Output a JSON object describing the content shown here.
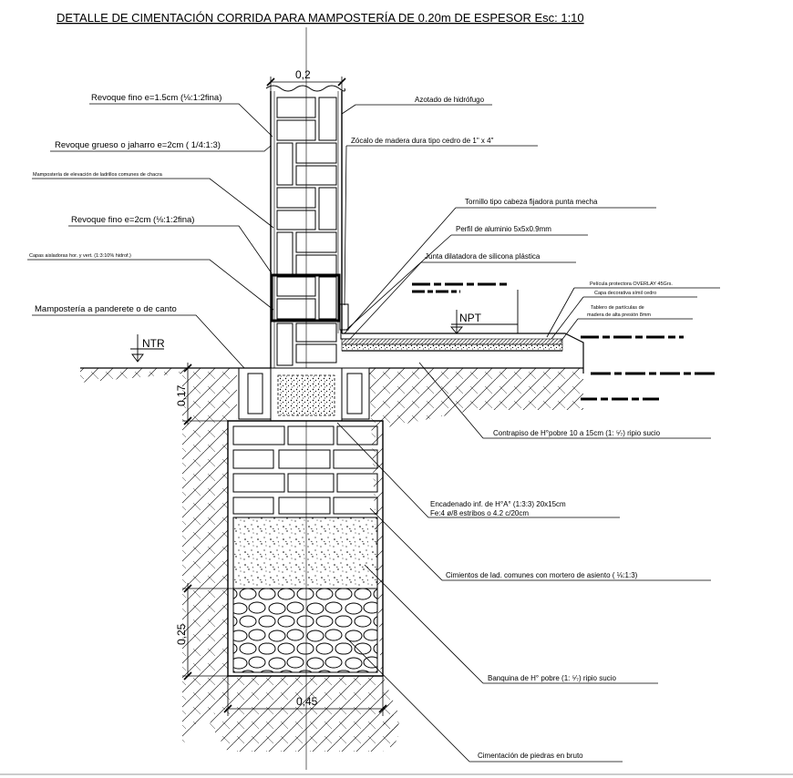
{
  "title": "DETALLE DE CIMENTACIÓN CORRIDA PARA MAMPOSTERÍA DE 0.20m DE ESPESOR Esc: 1:10",
  "dimensions": {
    "wall_width": "0,2",
    "height_upper": "0,17",
    "height_lower": "0,25",
    "footing_width": "0,45"
  },
  "levels": {
    "ntr": "NTR",
    "npt": "NPT"
  },
  "labels_left": {
    "revoque_fino_1": "Revoque fino  e=1.5cm (⅛:1:2fina)",
    "revoque_grueso": "Revoque grueso o jaharro  e=2cm (   1/4:1:3)",
    "mamposteria_elevacion": "Mampostería de elevación de ladrillos comunes de chacra",
    "revoque_fino_2": "Revoque fino  e=2cm (⅛:1:2fina)",
    "capas_aisladoras": "Capas aisladoras hor. y vert. (1:3:10% hidrof.)",
    "mamposteria_panderete": "Mampostería a panderete o de canto"
  },
  "labels_right": {
    "azotado": "Azotado de hidrófugo",
    "zocalo": "Zócalo de madera dura tipo cedro de 1\" x 4\"",
    "tornillo": "Tornillo tipo cabeza fijadora punta mecha",
    "perfil": "Perfil de aluminio 5x5x0.9mm",
    "junta": "Junta dilatadora de silicona plástica",
    "pelicula": "Película protectora OVERLAY 45Grs.",
    "capa_decorativa": "Capa decorativa símil cedro",
    "tablero_1": "Tablero de partículas de",
    "tablero_2": "madera de alta presión 8mm",
    "contrapiso": "Contrapiso de H°pobre 10 a 15cm (1: ⁵⁄₇) ripio sucio",
    "encadenado_1": "Encadenado inf. de H°A° (1:3:3) 20x15cm",
    "encadenado_2": "Fe:4 ø/8 estribos o 4.2 c/20cm",
    "cimientos": "Cimientos de lad. comunes con mortero de asiento (   ⅛:1:3)",
    "banquina": "Banquina de H° pobre (1: ⁵⁄₇) ripio sucio",
    "cimentacion": "Cimentación de piedras en bruto"
  },
  "colors": {
    "line": "#000000",
    "background": "#ffffff"
  }
}
